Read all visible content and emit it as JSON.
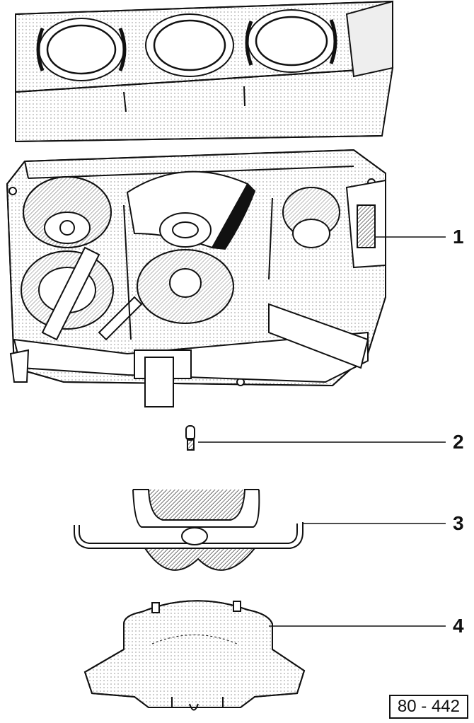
{
  "callouts": [
    {
      "label": "1"
    },
    {
      "label": "2"
    },
    {
      "label": "3"
    },
    {
      "label": "4"
    }
  ],
  "figure_ref": "80 - 442",
  "colors": {
    "ink": "#111111",
    "paper": "#ffffff",
    "shade": "#cfcfcf"
  }
}
